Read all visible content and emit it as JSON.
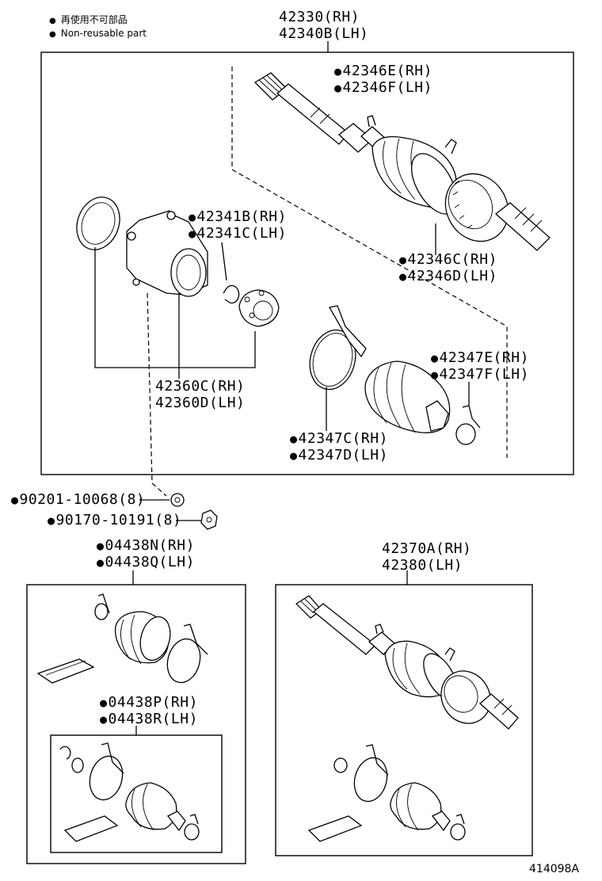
{
  "legend": {
    "marker": "●",
    "japanese": "再使用不可部品",
    "english": "Non-reusable part"
  },
  "labels": {
    "assy_rh": "42330(RH)",
    "assy_lh": "42340B(LH)",
    "p42346e": "42346E(RH)",
    "p42346f": "42346F(LH)",
    "p42341b": "42341B(RH)",
    "p42341c": "42341C(LH)",
    "p42346c": "42346C(RH)",
    "p42346d": "42346D(LH)",
    "p42360c": "42360C(RH)",
    "p42360d": "42360D(LH)",
    "p42347e": "42347E(RH)",
    "p42347f": "42347F(LH)",
    "p42347c": "42347C(RH)",
    "p42347d": "42347D(LH)",
    "p90201": "90201-10068(8)",
    "p90170": "90170-10191(8)",
    "p04438n": "04438N(RH)",
    "p04438q": "04438Q(LH)",
    "p04438p": "04438P(RH)",
    "p04438r": "04438R(LH)",
    "p42370a": "42370A(RH)",
    "p42380": "42380(LH)",
    "figure_id": "414098A"
  }
}
